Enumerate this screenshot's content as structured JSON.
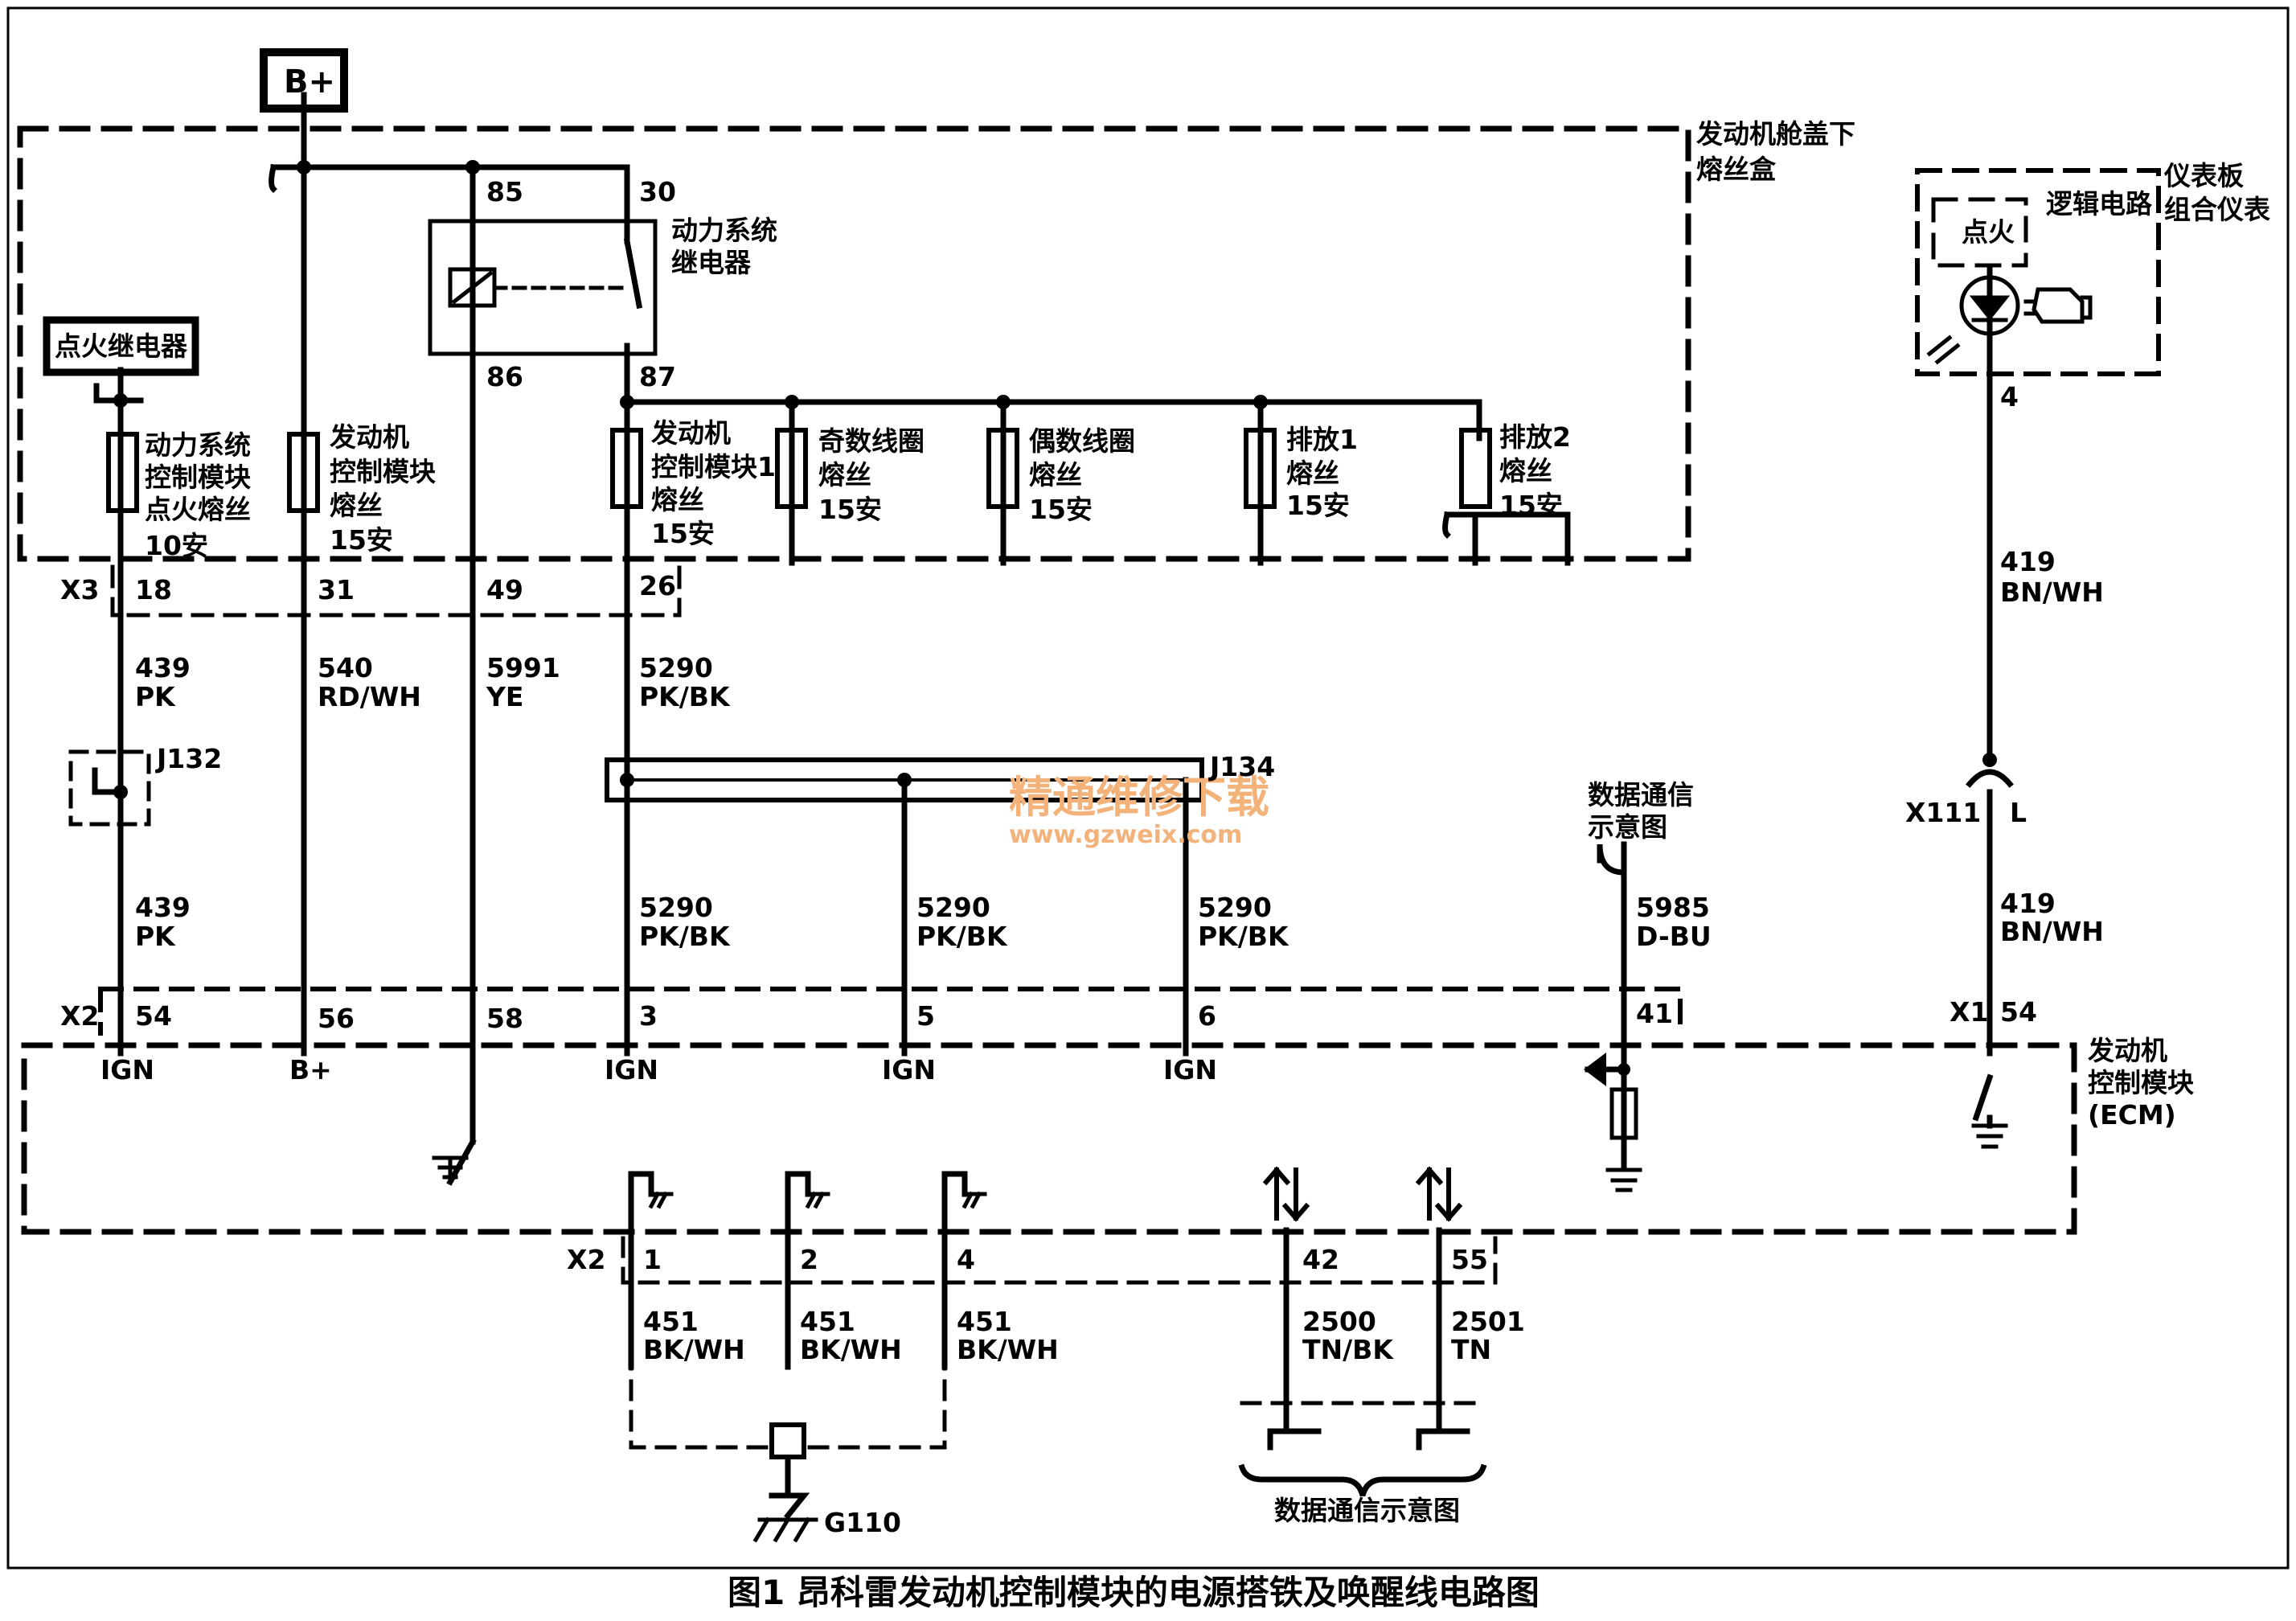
{
  "caption": "图1 昂科雷发动机控制模块的电源搭铁及唤醒线电路图",
  "watermark": {
    "cn": "精通维修下载",
    "url": "www.gzweix.com"
  },
  "supply": {
    "label": "B+"
  },
  "ignition_relay": {
    "label": "点火继电器"
  },
  "fuse_block": {
    "title_line1": "发动机舱盖下",
    "title_line2": "熔丝盒"
  },
  "power_relay": {
    "line1": "动力系统",
    "line2": "继电器",
    "pin85": "85",
    "pin30": "30",
    "pin86": "86",
    "pin87": "87"
  },
  "fuses": [
    {
      "line1": "动力系统",
      "line2": "控制模块",
      "line3": "点火熔丝",
      "rating": "10安"
    },
    {
      "line1": "发动机",
      "line2": "控制模块",
      "line3": "熔丝",
      "rating": "15安"
    },
    {
      "line1": "发动机",
      "line2": "控制模块1",
      "line3": "熔丝",
      "rating": "15安"
    },
    {
      "line1": "奇数线圈",
      "line2": "熔丝",
      "rating": "15安"
    },
    {
      "line1": "偶数线圈",
      "line2": "熔丝",
      "rating": "15安"
    },
    {
      "line1": "排放1",
      "line2": "熔丝",
      "rating": "15安"
    },
    {
      "line1": "排放2",
      "line2": "熔丝",
      "rating": "15安"
    }
  ],
  "connector_x3": {
    "name": "X3",
    "pins": [
      "18",
      "31",
      "49",
      "26"
    ]
  },
  "wires_upper": [
    {
      "num": "439",
      "color": "PK"
    },
    {
      "num": "540",
      "color": "RD/WH"
    },
    {
      "num": "5991",
      "color": "YE"
    },
    {
      "num": "5290",
      "color": "PK/BK"
    }
  ],
  "splice_j132": "J132",
  "splice_j134": "J134",
  "wires_mid": [
    {
      "num": "439",
      "color": "PK"
    },
    {
      "num": "5290",
      "color": "PK/BK"
    },
    {
      "num": "5290",
      "color": "PK/BK"
    },
    {
      "num": "5290",
      "color": "PK/BK"
    },
    {
      "num": "5985",
      "color": "D-BU"
    },
    {
      "num": "419",
      "color": "BN/WH"
    }
  ],
  "cluster": {
    "title_line1": "仪表板",
    "title_line2": "组合仪表",
    "logic": "逻辑电路",
    "ign": "点火",
    "pin": "4",
    "wire": {
      "num": "419",
      "color": "BN/WH"
    }
  },
  "data_comm": {
    "line1": "数据通信",
    "line2": "示意图"
  },
  "connector_x111": {
    "name": "X111",
    "pin": "L"
  },
  "connector_x2_top": {
    "name": "X2",
    "pins": [
      "54",
      "56",
      "58",
      "3",
      "5",
      "6",
      "41"
    ]
  },
  "connector_x1": {
    "name": "X1",
    "pin": "54"
  },
  "ecm_inputs": [
    "IGN",
    "B+",
    "IGN",
    "IGN",
    "IGN"
  ],
  "ecm": {
    "line1": "发动机",
    "line2": "控制模块",
    "line3": "(ECM)"
  },
  "connector_x2_bottom": {
    "name": "X2",
    "pins": [
      "1",
      "2",
      "4",
      "42",
      "55"
    ]
  },
  "wires_lower": [
    {
      "num": "451",
      "color": "BK/WH"
    },
    {
      "num": "451",
      "color": "BK/WH"
    },
    {
      "num": "451",
      "color": "BK/WH"
    },
    {
      "num": "2500",
      "color": "TN/BK"
    },
    {
      "num": "2501",
      "color": "TN"
    }
  ],
  "ground": "G110",
  "data_comm_bottom": "数据通信示意图"
}
